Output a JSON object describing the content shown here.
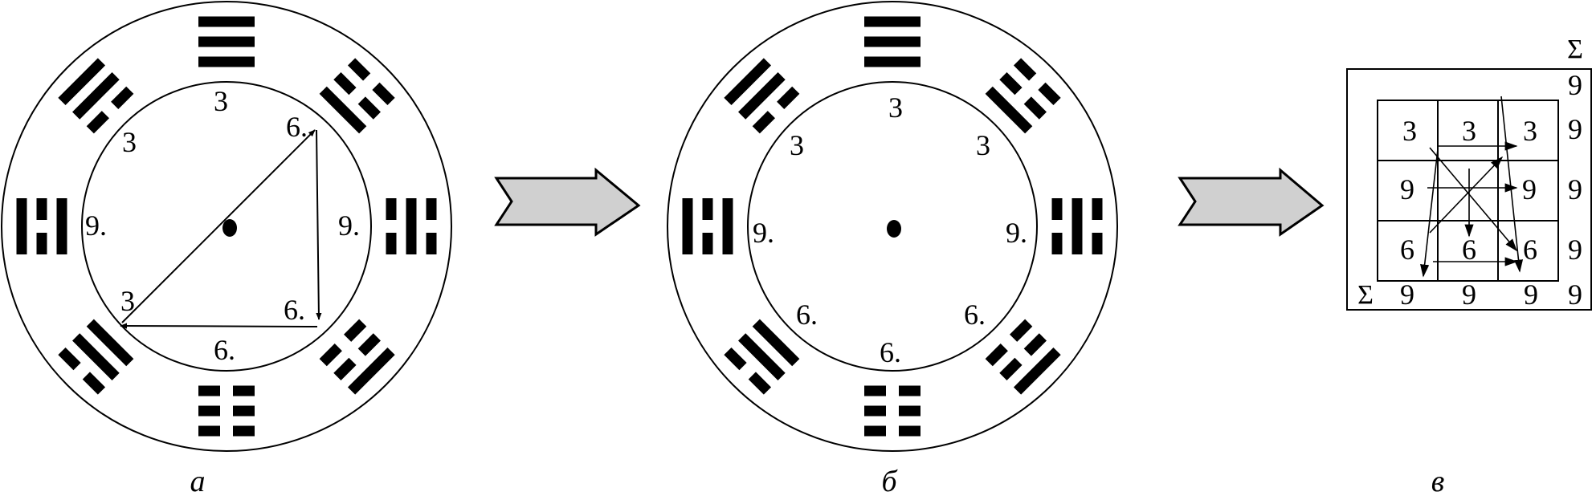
{
  "diagram_a": {
    "caption": "а",
    "labels": {
      "top": "3",
      "upper_left": "3",
      "upper_right": "6.",
      "left": "9.",
      "right": "9.",
      "lower_left": "3",
      "lower_right": "6.",
      "bottom": "6."
    }
  },
  "diagram_b": {
    "caption": "б",
    "labels": {
      "top": "3",
      "upper_left": "3",
      "upper_right": "3",
      "left": "9.",
      "right": "9.",
      "lower_left": "6.",
      "lower_right": "6.",
      "bottom": "6."
    }
  },
  "diagram_v": {
    "caption": "в",
    "sigma_top": "Σ",
    "sigma_bottom": "Σ",
    "grid": [
      [
        "3",
        "3",
        "3"
      ],
      [
        "9",
        "",
        "9"
      ],
      [
        "6",
        "6",
        "6"
      ]
    ],
    "row_sums": [
      "9",
      "9",
      "9",
      "9",
      "9"
    ],
    "col_sums": [
      "9",
      "9",
      "9"
    ],
    "diag_sum": "9"
  },
  "trigrams": {
    "top": [
      1,
      1,
      1
    ],
    "upper_right": [
      1,
      0,
      0
    ],
    "right": [
      0,
      1,
      0
    ],
    "lower_right": [
      0,
      0,
      1
    ],
    "bottom": [
      0,
      0,
      0
    ],
    "lower_left": [
      1,
      1,
      0
    ],
    "left": [
      1,
      0,
      1
    ],
    "upper_left": [
      0,
      1,
      1
    ]
  },
  "colors": {
    "ink": "#000000",
    "arrow_fill": "#d0d0d0"
  }
}
